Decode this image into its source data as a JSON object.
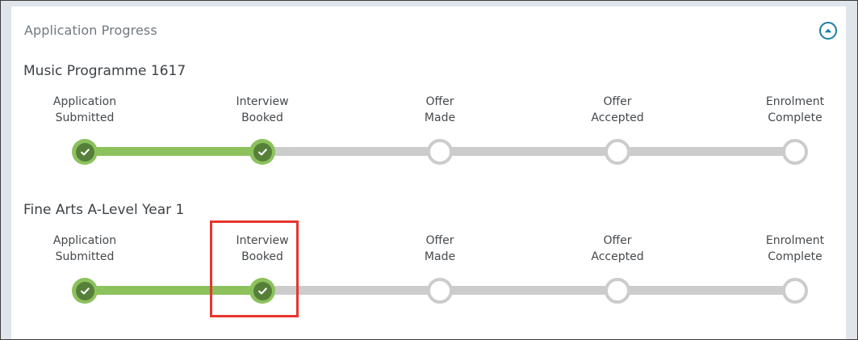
{
  "card": {
    "title": "Application Progress",
    "collapse_icon": "chevron-up-circle-icon",
    "accent_color": "#1a7fa0"
  },
  "colors": {
    "page_background": "#dfe5ea",
    "card_background": "#ffffff",
    "step_done_ring": "#8cc15c",
    "step_done_fill": "#56803a",
    "step_todo_ring": "#cccccc",
    "bar_done": "#8cc15c",
    "bar_todo": "#cccccc",
    "annotation": "#e8352e",
    "title_text": "#70787f",
    "programme_text": "#3d4247",
    "label_text": "#45494d"
  },
  "step_labels": [
    "Application\nSubmitted",
    "Interview\nBooked",
    "Offer\nMade",
    "Offer\nAccepted",
    "Enrolment\nComplete"
  ],
  "programmes": [
    {
      "name": "Music Programme 1617",
      "completed_steps": 2,
      "total_steps": 5,
      "steps": [
        {
          "label": "Application\nSubmitted",
          "state": "complete"
        },
        {
          "label": "Interview\nBooked",
          "state": "complete"
        },
        {
          "label": "Offer\nMade",
          "state": "incomplete"
        },
        {
          "label": "Offer\nAccepted",
          "state": "incomplete"
        },
        {
          "label": "Enrolment\nComplete",
          "state": "incomplete"
        }
      ],
      "highlighted_step": null
    },
    {
      "name": "Fine Arts A-Level Year 1",
      "completed_steps": 2,
      "total_steps": 5,
      "steps": [
        {
          "label": "Application\nSubmitted",
          "state": "complete"
        },
        {
          "label": "Interview\nBooked",
          "state": "complete"
        },
        {
          "label": "Offer\nMade",
          "state": "incomplete"
        },
        {
          "label": "Offer\nAccepted",
          "state": "incomplete"
        },
        {
          "label": "Enrolment\nComplete",
          "state": "incomplete"
        }
      ],
      "highlighted_step": 1
    }
  ]
}
